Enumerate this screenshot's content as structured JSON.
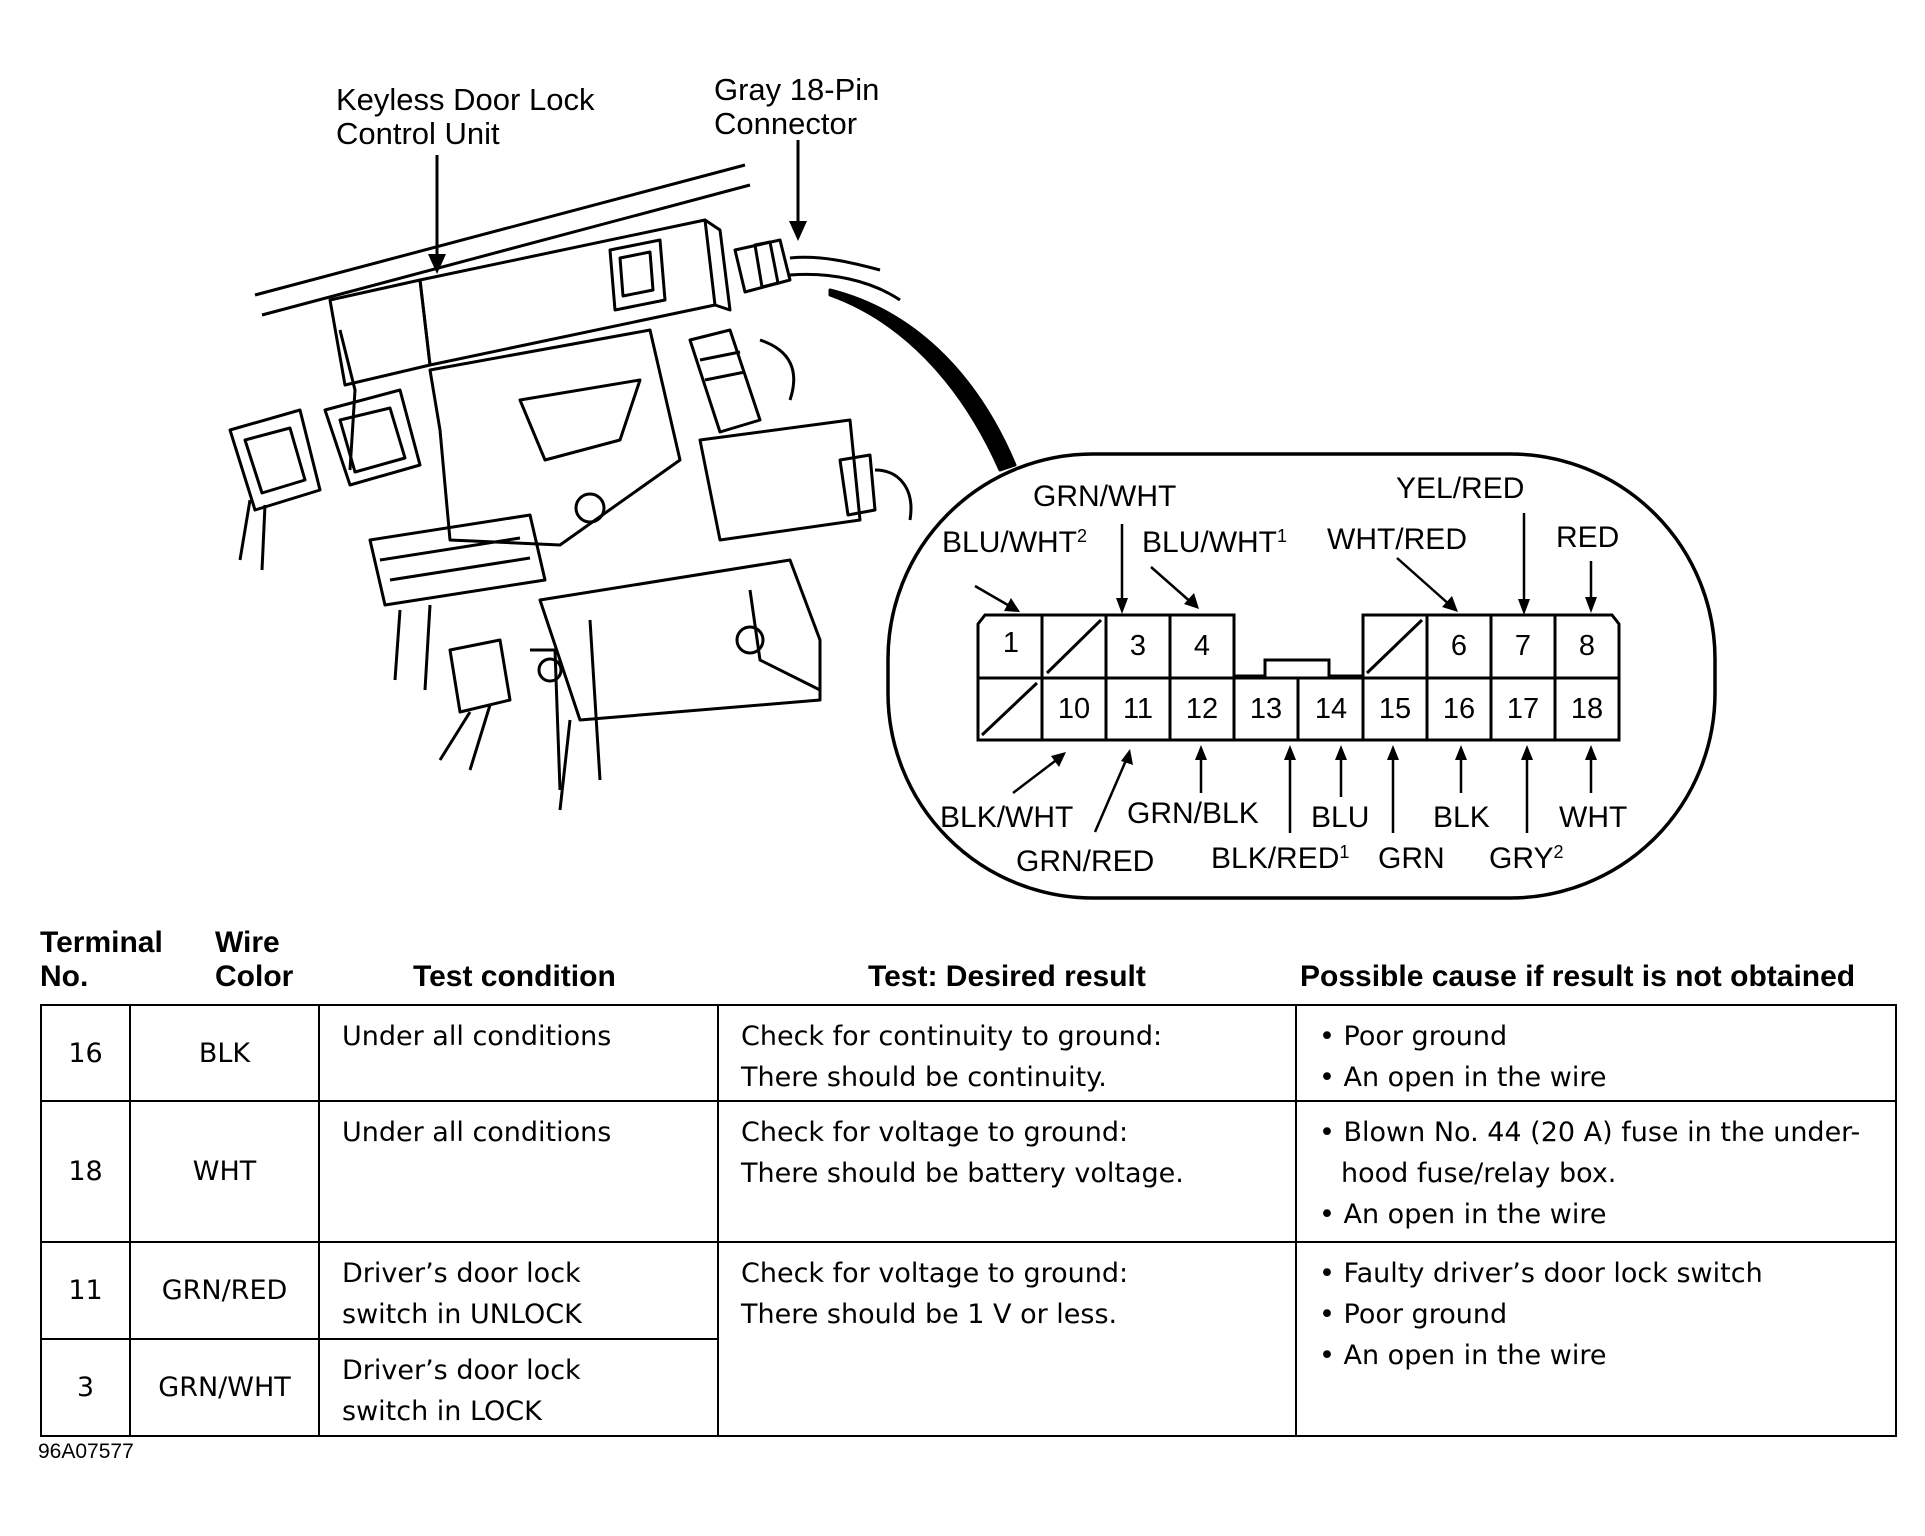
{
  "callouts": {
    "control_unit": [
      "Keyless Door Lock",
      "Control Unit"
    ],
    "connector": [
      "Gray 18-Pin",
      "Connector"
    ]
  },
  "connector_pins": {
    "top_row": [
      "1",
      "3",
      "4",
      "6",
      "7",
      "8"
    ],
    "bottom_row": [
      "10",
      "11",
      "12",
      "13",
      "14",
      "15",
      "16",
      "17",
      "18"
    ]
  },
  "wire_labels": {
    "grn_wht_top": "GRN/WHT",
    "blu_wht2": "BLU/WHT",
    "blu_wht2_sup": "2",
    "blu_wht1": "BLU/WHT",
    "blu_wht1_sup": "1",
    "wht_red": "WHT/RED",
    "yel_red": "YEL/RED",
    "red": "RED",
    "blk_wht": "BLK/WHT",
    "grn_blk": "GRN/BLK",
    "blu": "BLU",
    "blk": "BLK",
    "wht": "WHT",
    "grn_red": "GRN/RED",
    "blk_red1": "BLK/RED",
    "blk_red1_sup": "1",
    "grn": "GRN",
    "gry2": "GRY",
    "gry2_sup": "2"
  },
  "table": {
    "headers": {
      "terminal": [
        "Terminal",
        "No."
      ],
      "wire": [
        "Wire",
        "Color"
      ],
      "condition": "Test condition",
      "result": "Test: Desired result",
      "cause": "Possible cause if result is not obtained"
    },
    "rows": [
      {
        "terminal": "16",
        "wire": "BLK",
        "condition": [
          "Under all conditions"
        ],
        "result": [
          "Check for continuity to ground:",
          "There should be continuity."
        ],
        "causes": [
          "Poor ground",
          "An open in the wire"
        ]
      },
      {
        "terminal": "18",
        "wire": "WHT",
        "condition": [
          "Under all conditions"
        ],
        "result": [
          "Check for voltage to ground:",
          "There should be battery voltage."
        ],
        "causes": [
          "Blown No. 44 (20 A) fuse in the under-hood fuse/relay box.",
          "An open in the wire"
        ]
      },
      {
        "terminal": "11",
        "wire": "GRN/RED",
        "condition": [
          "Driver’s door lock",
          "switch in UNLOCK"
        ],
        "result": [
          "Check for voltage to ground:",
          "There should be 1 V or less."
        ],
        "causes": [
          "Faulty driver’s door lock switch",
          "Poor ground",
          "An open in the wire"
        ]
      },
      {
        "terminal": "3",
        "wire": "GRN/WHT",
        "condition": [
          "Driver’s door lock",
          "switch in LOCK"
        ]
      }
    ]
  },
  "figure_code": "96A07577"
}
